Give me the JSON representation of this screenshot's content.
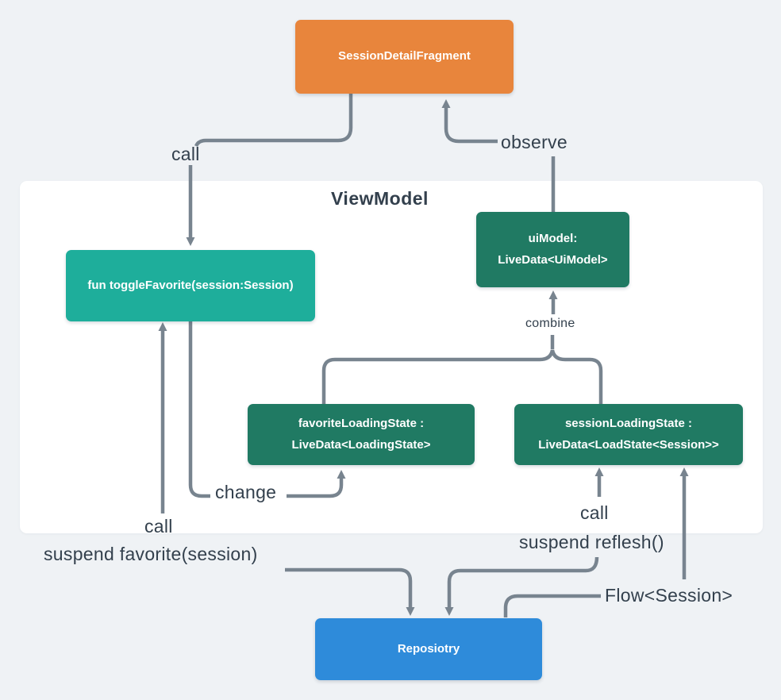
{
  "container": {
    "label": "ViewModel"
  },
  "nodes": {
    "fragment": {
      "label": "SessionDetailFragment"
    },
    "toggle_favorite": {
      "label": "fun toggleFavorite(session:Session)"
    },
    "ui_model": {
      "label": "uiModel:\nLiveData<UiModel>"
    },
    "favorite_loading_state": {
      "label": "favoriteLoadingState :\nLiveData<LoadingState>"
    },
    "session_loading_state": {
      "label": "sessionLoadingState :\nLiveData<LoadState<Session>>"
    },
    "repository": {
      "label": "Reposiotry"
    }
  },
  "edge_labels": {
    "call_top": "call",
    "observe": "observe",
    "combine": "combine",
    "change": "change",
    "call_left": "call",
    "suspend_favorite": "suspend favorite(session)",
    "call_right": "call",
    "suspend_reflesh": "suspend reflesh()",
    "flow_session": "Flow<Session>"
  },
  "colors": {
    "bg": "#EFF2F5",
    "panel": "#FFFFFF",
    "node_orange": "#E8853C",
    "node_teal": "#1EAE9B",
    "node_green": "#207A63",
    "node_blue": "#2E8BDA",
    "line": "#78848F",
    "label_text": "#33404D"
  }
}
